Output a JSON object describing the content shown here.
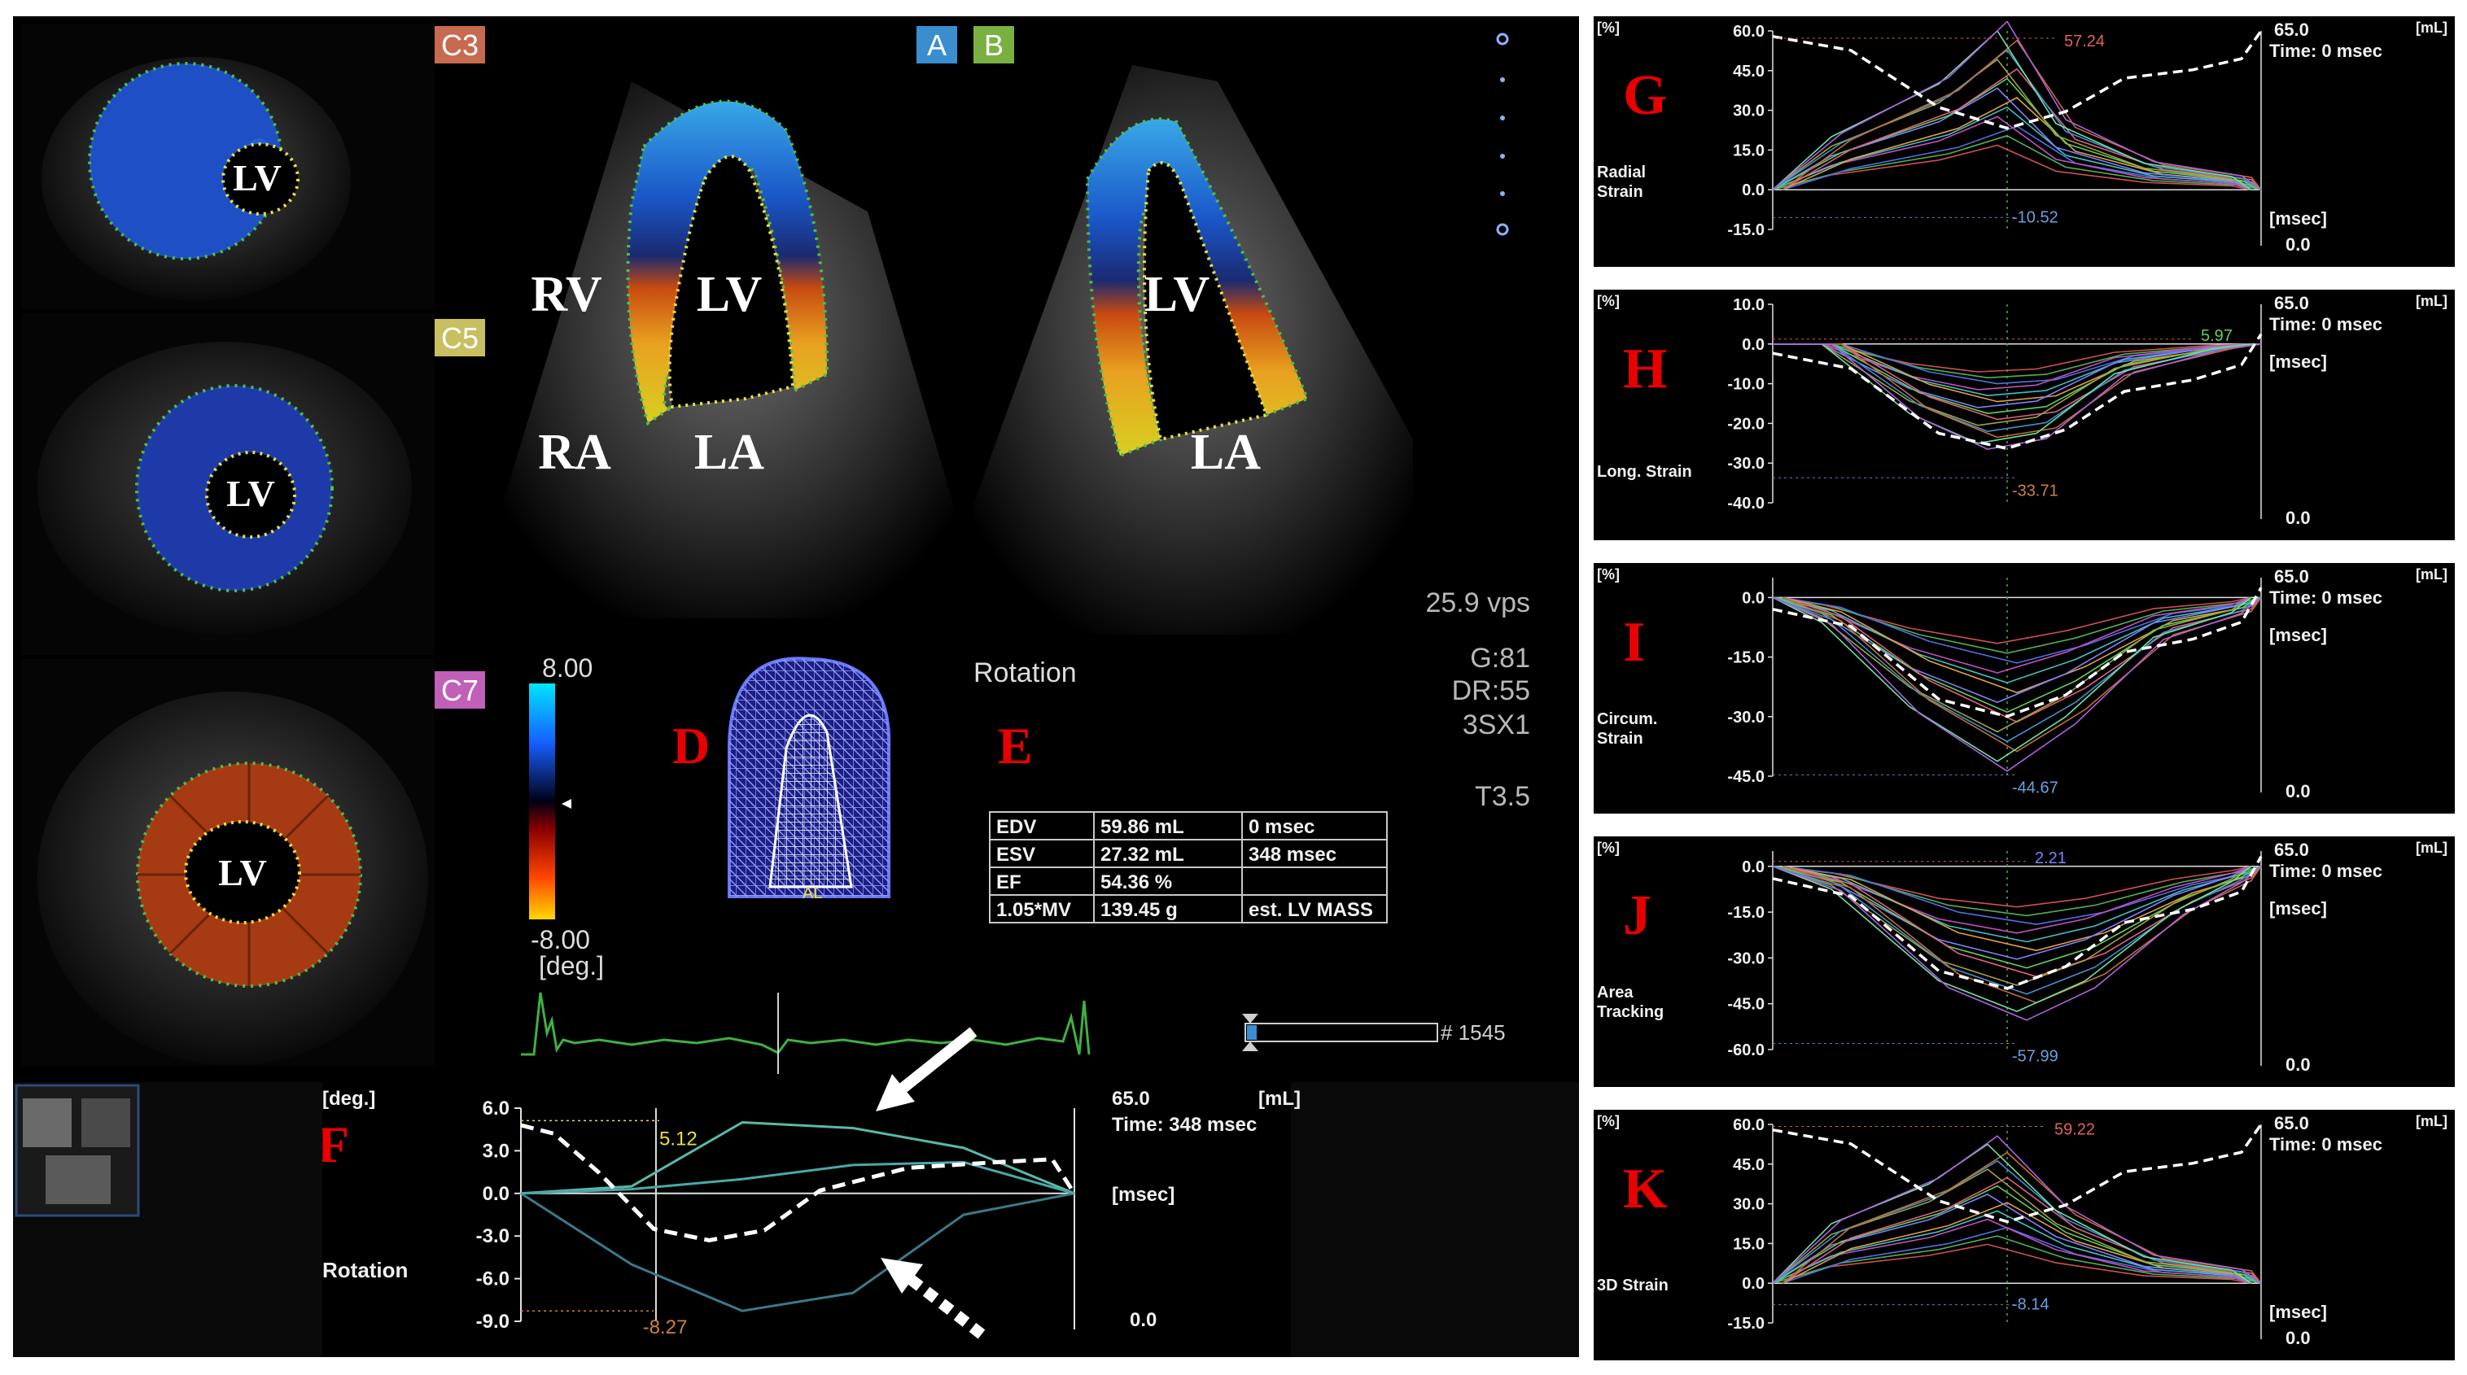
{
  "echo": {
    "view_labels": {
      "A": "A",
      "B": "B",
      "C3": "C3",
      "C5": "C5",
      "C7": "C7",
      "D": "D",
      "E": "E",
      "F": "F"
    },
    "chamber_labels": {
      "c3_lv": "LV",
      "c5_lv": "LV",
      "c7_lv": "LV",
      "a_rv": "RV",
      "a_lv": "LV",
      "a_ra": "RA",
      "a_la": "LA",
      "b_lv": "LV",
      "b_la": "LA"
    },
    "acquisition": {
      "vps": "25.9 vps",
      "gain": "G:81",
      "dr": "DR:55",
      "probe": "3SX1",
      "t": "T3.5"
    },
    "colorbar": {
      "max": "8.00",
      "min": "-8.00",
      "unit": "[deg.]",
      "colors": [
        "#00e5ff",
        "#1560ff",
        "#000014",
        "#8b0000",
        "#ff4500",
        "#ffd700"
      ]
    },
    "mode_title": "Rotation",
    "volume_table": [
      {
        "label": "EDV",
        "value": "59.86 mL",
        "extra": "0 msec"
      },
      {
        "label": "ESV",
        "value": "27.32 mL",
        "extra": "348 msec"
      },
      {
        "label": "EF",
        "value": "54.36 %",
        "extra": ""
      },
      {
        "label": "1.05*MV",
        "value": "139.45 g",
        "extra": "est. LV MASS"
      }
    ],
    "frame_counter": "# 1545",
    "model_marks": "AL"
  },
  "rotation_plot": {
    "unit_left": "[deg.]",
    "unit_right": "[mL]",
    "vol_max": "65.0",
    "vol_min": "0.0",
    "time_label": "Time: 348 msec",
    "msec_label": "[msec]",
    "yticks": [
      "6.0",
      "3.0",
      "0.0",
      "-3.0",
      "-6.0",
      "-9.0"
    ],
    "peak_max": "5.12",
    "peak_min": "-8.27",
    "name": "Rotation"
  },
  "panels": [
    {
      "letter": "G",
      "name": "Radial Strain",
      "yticks": [
        "60.0",
        "45.0",
        "30.0",
        "15.0",
        "0.0",
        "-15.0"
      ],
      "peak_top": "57.24",
      "peak_bottom": "-10.52",
      "vol_max": "65.0",
      "vol_min": "0.0",
      "time_label": "Time: 0 msec",
      "msec_label": "[msec]",
      "unit_left": "[%]",
      "unit_right": "[mL]"
    },
    {
      "letter": "H",
      "name": "Long. Strain",
      "yticks": [
        "10.0",
        "0.0",
        "-10.0",
        "-20.0",
        "-30.0",
        "-40.0"
      ],
      "peak_top": "5.97",
      "peak_bottom": "-33.71",
      "vol_max": "65.0",
      "vol_min": "0.0",
      "time_label": "Time: 0 msec",
      "msec_label": "[msec]",
      "unit_left": "[%]",
      "unit_right": "[mL]"
    },
    {
      "letter": "I",
      "name": "Circum. Strain",
      "yticks": [
        "0.0",
        "-15.0",
        "-30.0",
        "-45.0"
      ],
      "peak_top": "",
      "peak_bottom": "-44.67",
      "vol_max": "65.0",
      "vol_min": "0.0",
      "time_label": "Time: 0 msec",
      "msec_label": "[msec]",
      "unit_left": "[%]",
      "unit_right": "[mL]"
    },
    {
      "letter": "J",
      "name": "Area Tracking",
      "yticks": [
        "0.0",
        "-15.0",
        "-30.0",
        "-45.0",
        "-60.0"
      ],
      "peak_top": "2.21",
      "peak_bottom": "-57.99",
      "vol_max": "65.0",
      "vol_min": "0.0",
      "time_label": "Time: 0 msec",
      "msec_label": "[msec]",
      "unit_left": "[%]",
      "unit_right": "[mL]"
    },
    {
      "letter": "K",
      "name": "3D Strain",
      "yticks": [
        "60.0",
        "45.0",
        "30.0",
        "15.0",
        "0.0",
        "-15.0"
      ],
      "peak_top": "59.22",
      "peak_bottom": "-8.14",
      "vol_max": "65.0",
      "vol_min": "0.0",
      "time_label": "Time: 0 msec",
      "msec_label": "[msec]",
      "unit_left": "[%]",
      "unit_right": "[mL]"
    }
  ],
  "chart_data": [
    {
      "type": "line",
      "title": "",
      "ylabel": "[deg.]",
      "name_label": "Rotation",
      "ylim": [
        -9,
        6
      ],
      "y_right_label": "[mL]",
      "y_right_range": [
        0,
        65
      ],
      "x": [
        0,
        0.2,
        0.4,
        0.6,
        0.8,
        1.0
      ],
      "series": [
        {
          "values": [
            0,
            0.5,
            5.0,
            4.6,
            3.2,
            0
          ]
        },
        {
          "values": [
            0,
            -5.0,
            -8.27,
            -7.0,
            -1.5,
            0
          ]
        },
        {
          "values": [
            0,
            0.3,
            1.0,
            2.0,
            2.2,
            0
          ]
        }
      ],
      "annotations": [
        "5.12",
        "-8.27",
        "Time: 348 msec"
      ]
    },
    {
      "type": "line",
      "title": "",
      "ylabel": "[%]",
      "name_label": "Radial Strain",
      "ylim": [
        -15,
        65
      ],
      "annotations": [
        "57.24",
        "-10.52"
      ]
    },
    {
      "type": "line",
      "title": "",
      "ylabel": "[%]",
      "name_label": "Long. Strain",
      "ylim": [
        -40,
        10
      ],
      "annotations": [
        "5.97",
        "-33.71"
      ]
    },
    {
      "type": "line",
      "title": "",
      "ylabel": "[%]",
      "name_label": "Circum. Strain",
      "ylim": [
        -45,
        5
      ],
      "annotations": [
        "-44.67"
      ]
    },
    {
      "type": "line",
      "title": "",
      "ylabel": "[%]",
      "name_label": "Area Tracking",
      "ylim": [
        -60,
        5
      ],
      "annotations": [
        "2.21",
        "-57.99"
      ]
    },
    {
      "type": "line",
      "title": "",
      "ylabel": "[%]",
      "name_label": "3D Strain",
      "ylim": [
        -15,
        65
      ],
      "annotations": [
        "59.22",
        "-8.14"
      ]
    }
  ]
}
